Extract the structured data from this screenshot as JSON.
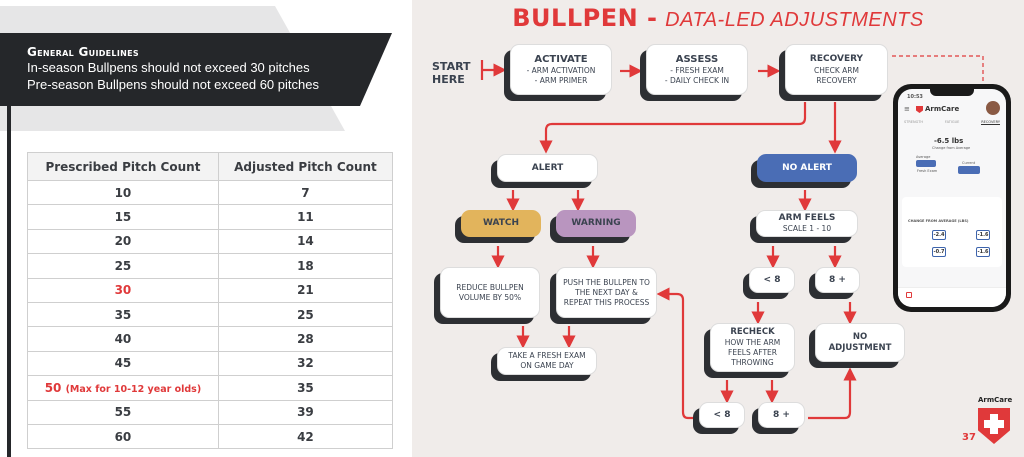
{
  "guidelines": {
    "heading": "General Guidelines",
    "lines": [
      "In-season Bullpens should not exceed 30 pitches",
      "Pre-season Bullpens should not exceed 60 pitches"
    ]
  },
  "table": {
    "headers": [
      "Prescribed Pitch Count",
      "Adjusted Pitch Count"
    ],
    "rows": [
      [
        "10",
        "7"
      ],
      [
        "15",
        "11"
      ],
      [
        "20",
        "14"
      ],
      [
        "25",
        "18"
      ],
      [
        "30",
        "21"
      ],
      [
        "35",
        "25"
      ],
      [
        "40",
        "28"
      ],
      [
        "45",
        "32"
      ],
      [
        "50",
        "35"
      ],
      [
        "55",
        "39"
      ],
      [
        "60",
        "42"
      ]
    ],
    "note_50": "(Max for 10-12 year olds)"
  },
  "flow": {
    "title_bold": "BULLPEN -",
    "title_italic": "DATA-LED ADJUSTMENTS",
    "start": [
      "START",
      "HERE"
    ],
    "activate": {
      "t": "ACTIVATE",
      "s1": "- ARM ACTIVATION",
      "s2": "- ARM PRIMER"
    },
    "assess": {
      "t": "ASSESS",
      "s1": "- FRESH EXAM",
      "s2": "- DAILY CHECK IN"
    },
    "recovery": {
      "t": "RECOVERY",
      "s1": "CHECK ARM",
      "s2": "RECOVERY"
    },
    "alert": "ALERT",
    "no_alert": "NO ALERT",
    "watch": "WATCH",
    "warning": "WARNING",
    "arm_feels": {
      "t": "ARM FEELS",
      "s": "SCALE 1 - 10"
    },
    "reduce": [
      "REDUCE BULLPEN",
      "VOLUME BY 50%"
    ],
    "push": [
      "PUSH THE BULLPEN TO",
      "THE NEXT DAY &",
      "REPEAT THIS PROCESS"
    ],
    "fresh_exam": [
      "TAKE A FRESH EXAM",
      "ON GAME DAY"
    ],
    "lt8": "< 8",
    "ge8": "8 +",
    "recheck": {
      "t": "RECHECK",
      "s": [
        "HOW THE ARM",
        "FEELS AFTER",
        "THROWING"
      ]
    },
    "no_adjustment": [
      "NO",
      "ADJUSTMENT"
    ]
  },
  "colors": {
    "accent": "#e0393a",
    "watch": "#e2b45c",
    "warning": "#b995bf",
    "no_alert": "#4a6db5"
  },
  "phone": {
    "time": "10:53",
    "brand": "ArmCare",
    "tabs": [
      "STRENGTH",
      "FATIGUE",
      "RECOVERY"
    ],
    "value": "-6.5 lbs",
    "value_label": "Change from Average",
    "average": "Average",
    "current": "Current",
    "fresh_exam": "Fresh Exam",
    "section": "CHANGE FROM AVERAGE (LBS)",
    "metrics": [
      "-2.4",
      "-1.6",
      "-0.7",
      "-1.6"
    ]
  },
  "logo": "ArmCare",
  "page_number": "37"
}
